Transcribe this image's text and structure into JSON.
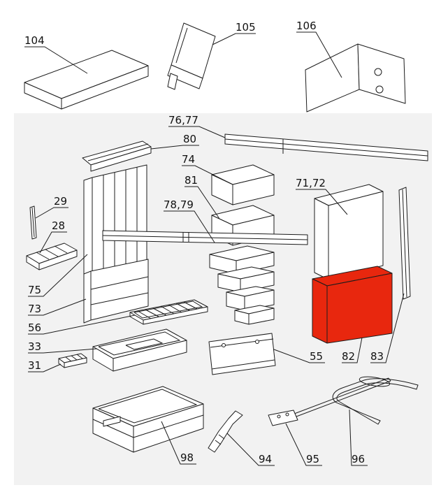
{
  "diagram": {
    "type": "exploded-parts-diagram",
    "background_color": "#ffffff",
    "canvas_color": "#f2f2f2",
    "line_color": "#1c1c1c",
    "highlight_color": "#e8270e",
    "highlighted_part": "82"
  },
  "parts": [
    {
      "label": "104"
    },
    {
      "label": "105"
    },
    {
      "label": "106"
    },
    {
      "label": "76,77"
    },
    {
      "label": "80"
    },
    {
      "label": "74"
    },
    {
      "label": "81"
    },
    {
      "label": "71,72"
    },
    {
      "label": "29"
    },
    {
      "label": "28"
    },
    {
      "label": "78,79"
    },
    {
      "label": "75"
    },
    {
      "label": "73"
    },
    {
      "label": "56"
    },
    {
      "label": "33"
    },
    {
      "label": "31"
    },
    {
      "label": "55"
    },
    {
      "label": "82",
      "highlighted": true
    },
    {
      "label": "83"
    },
    {
      "label": "98"
    },
    {
      "label": "94"
    },
    {
      "label": "95"
    },
    {
      "label": "96"
    }
  ]
}
